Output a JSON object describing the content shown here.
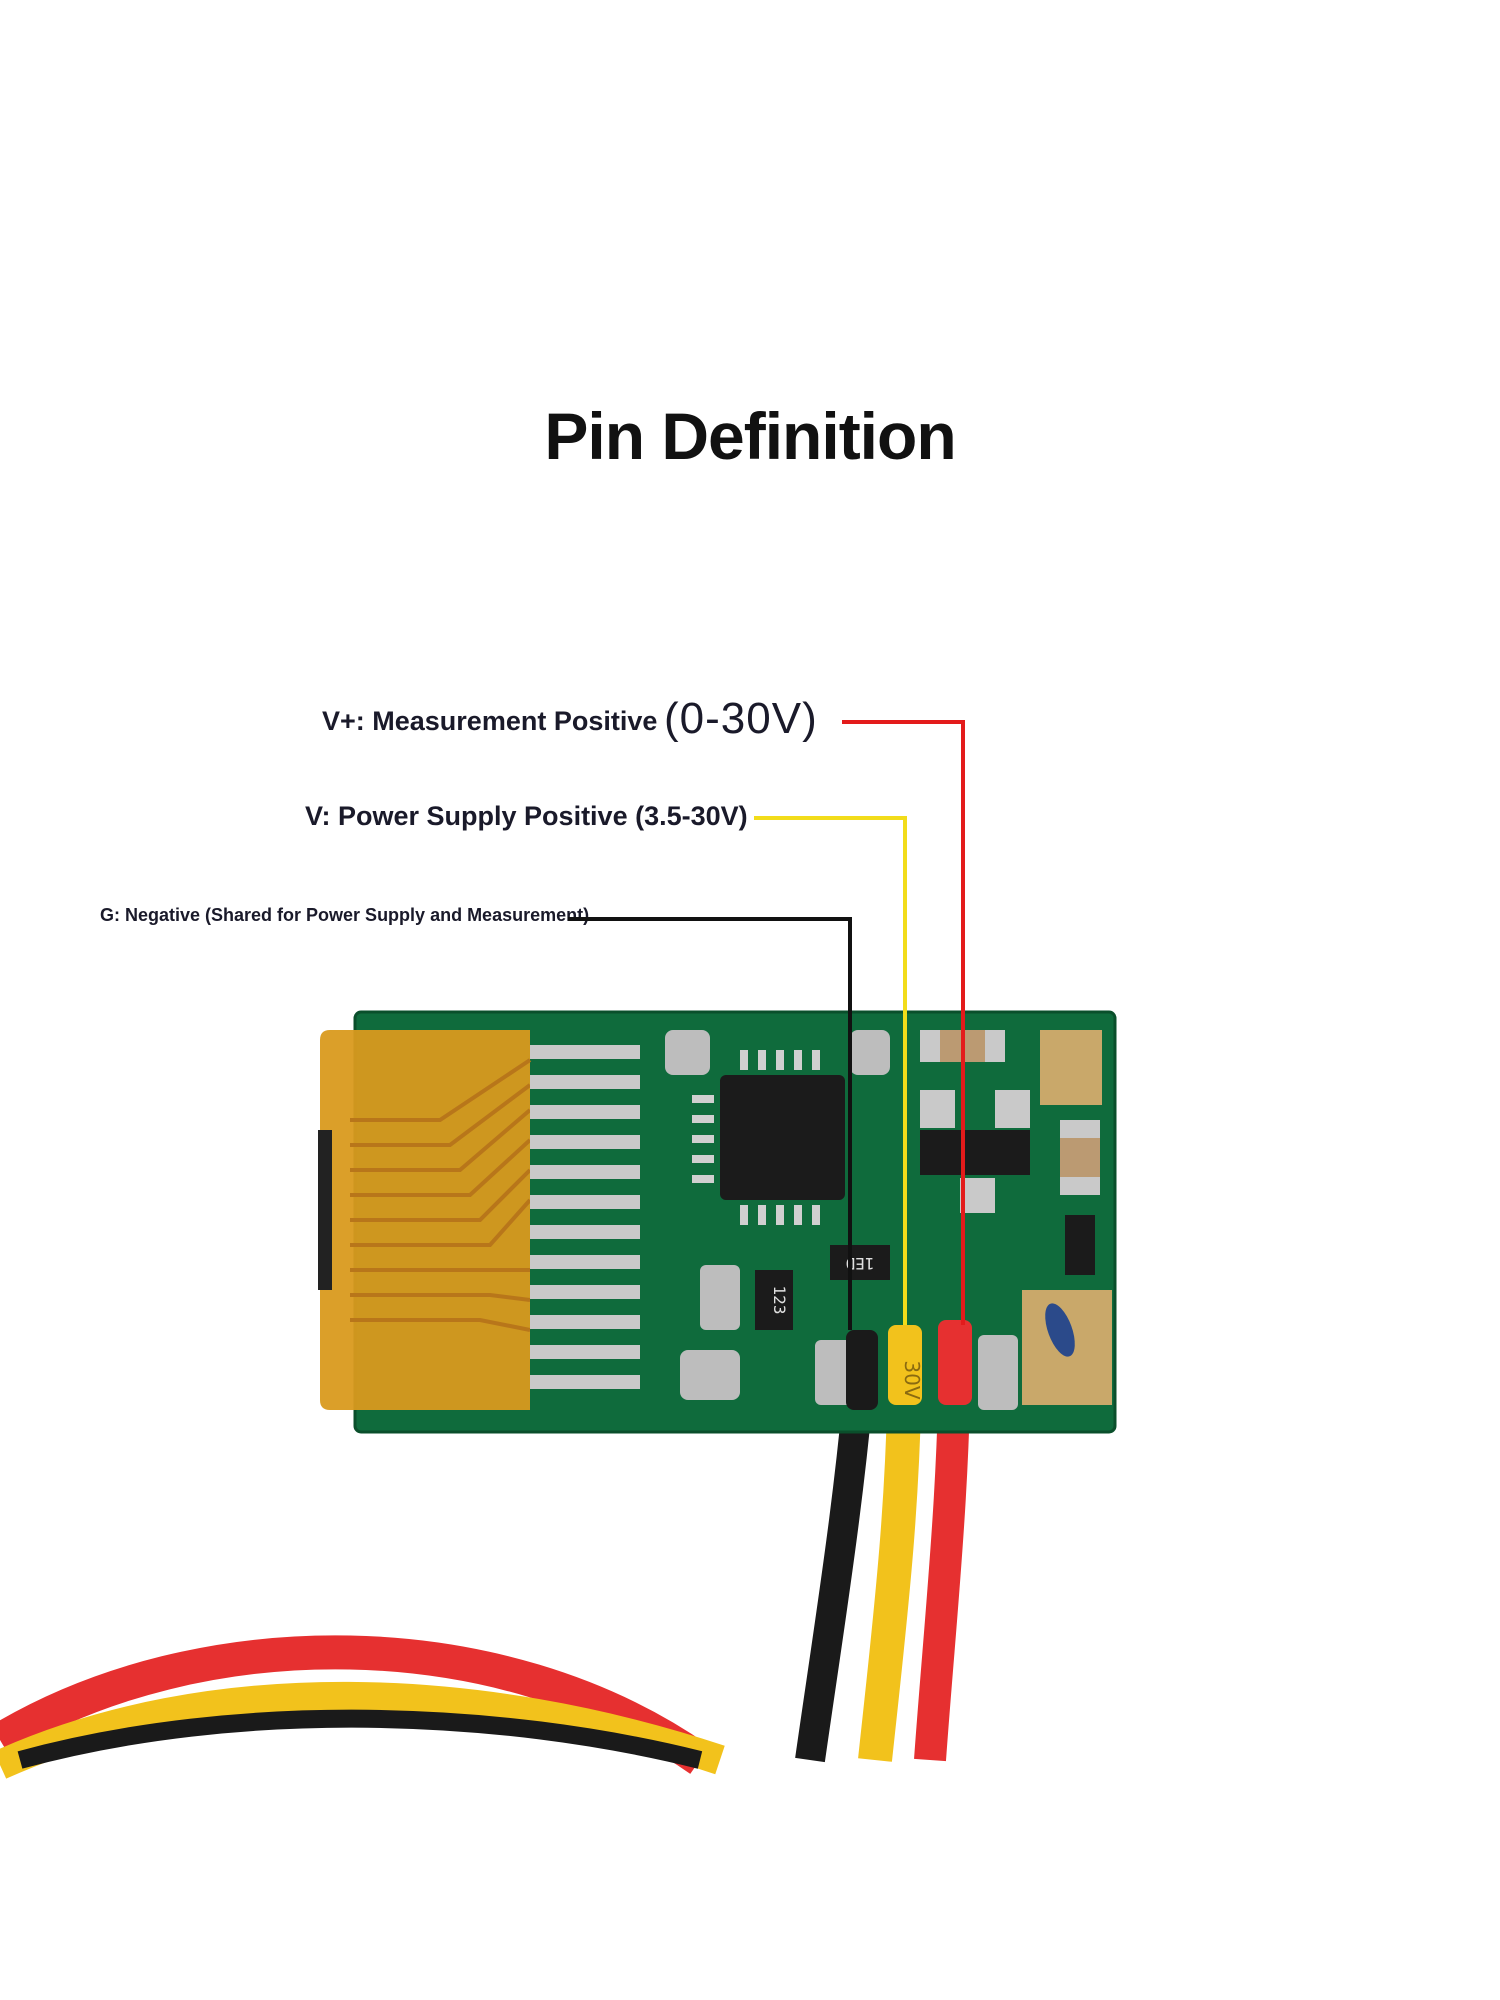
{
  "title": "Pin Definition",
  "pins": [
    {
      "label": "V+: Measurement Positive",
      "range": "(0-30V)",
      "wire_color": "#e31b1b"
    },
    {
      "label": "V: Power Supply Positive (3.5-30V)",
      "wire_color": "#f2dc1a"
    },
    {
      "label": "G: Negative (Shared for Power Supply and Measurement)",
      "wire_color": "#111111"
    }
  ],
  "board": {
    "pcb_color": "#0f6b3c",
    "flex_cable_color": "#d99a1e",
    "chip_markings": [
      "123",
      "1ED",
      "30V"
    ]
  }
}
